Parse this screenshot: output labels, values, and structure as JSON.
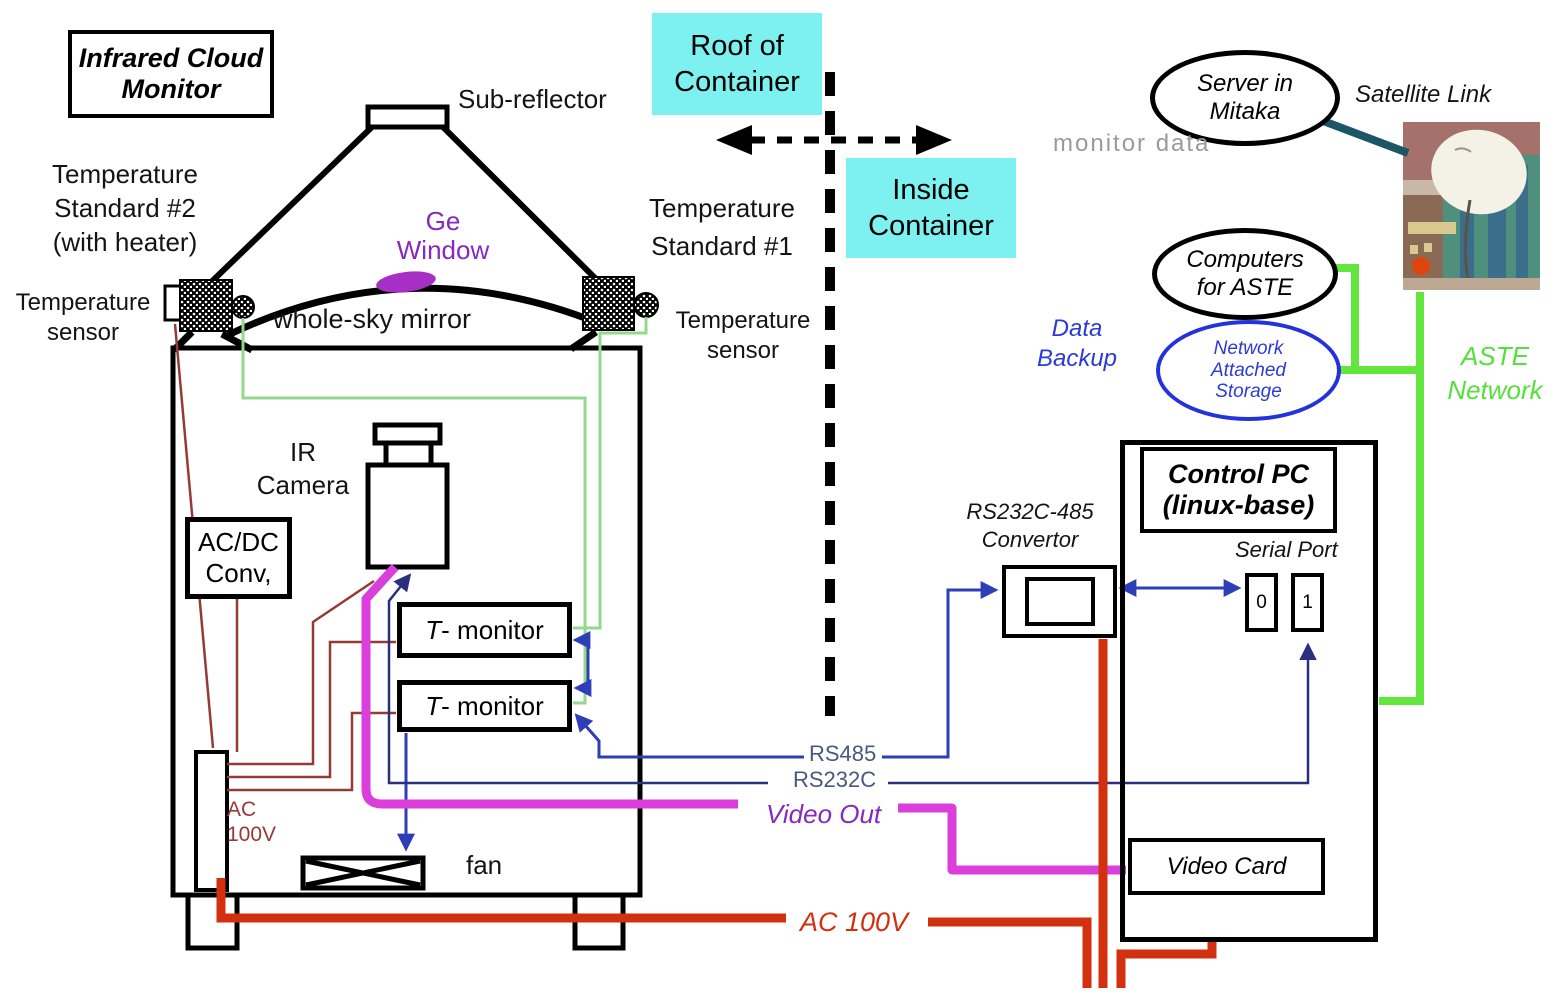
{
  "header": {
    "title_l1": "Infrared Cloud",
    "title_l2": "Monitor"
  },
  "zones": {
    "roof_l1": "Roof of",
    "roof_l2": "Container",
    "inside_l1": "Inside",
    "inside_l2": "Container"
  },
  "monitor_unit": {
    "sub_reflector": "Sub-reflector",
    "ge_l1": "Ge",
    "ge_l2": "Window",
    "mirror": "whole-sky mirror",
    "std2_l1": "Temperature",
    "std2_l2": "Standard #2",
    "std2_l3": "(with heater)",
    "sensor_left_l1": "Temperature",
    "sensor_left_l2": "sensor",
    "std1_l1": "Temperature",
    "std1_l2": "Standard #1",
    "sensor_right_l1": "Temperature",
    "sensor_right_l2": "sensor",
    "ir_l1": "IR",
    "ir_l2": "Camera",
    "acdc_l1": "AC/DC",
    "acdc_l2": "Conv,",
    "tmon_prefix": "T",
    "tmon_suffix": "- monitor",
    "fan": "fan",
    "strip_l1": "AC",
    "strip_l2": "100V"
  },
  "links": {
    "rs485": "RS485",
    "rs232c": "RS232C",
    "video_out": "Video Out",
    "ac100v": "AC 100V"
  },
  "network": {
    "server_l1": "Server in",
    "server_l2": "Mitaka",
    "satellite_link": "Satellite Link",
    "monitor_data": "monitor data",
    "computers_l1": "Computers",
    "computers_l2": "for ASTE",
    "backup_l1": "Data",
    "backup_l2": "Backup",
    "nas_l1": "Network",
    "nas_l2": "Attached",
    "nas_l3": "Storage",
    "aste_l1": "ASTE",
    "aste_l2": "Network"
  },
  "control_pc": {
    "title_l1": "Control PC",
    "title_l2": "(linux-base)",
    "serial_port": "Serial Port",
    "port0": "0",
    "port1": "1",
    "convertor_l1": "RS232C-485",
    "convertor_l2": "Convertor",
    "video_card": "Video Card"
  },
  "colors": {
    "cyan": "#7DF0F0",
    "purple": "#8629BE",
    "ge_fill": "#A62FC6",
    "magenta": "#DC3EDC",
    "power_red": "#D2300F",
    "dark_red": "#953B36",
    "wire_blue": "#2E3EB8",
    "wire_navy": "#2A2F7E",
    "label_gray_blue": "#49587E",
    "green_net": "#62E53C",
    "green_sensor": "#92D98C",
    "green_text": "#55E03A",
    "sat_link_teal": "#1C5566",
    "nas_blue": "#2233DD",
    "backup_blue": "#2B3BD6",
    "monitor_data_gray": "#9A9A9A"
  }
}
